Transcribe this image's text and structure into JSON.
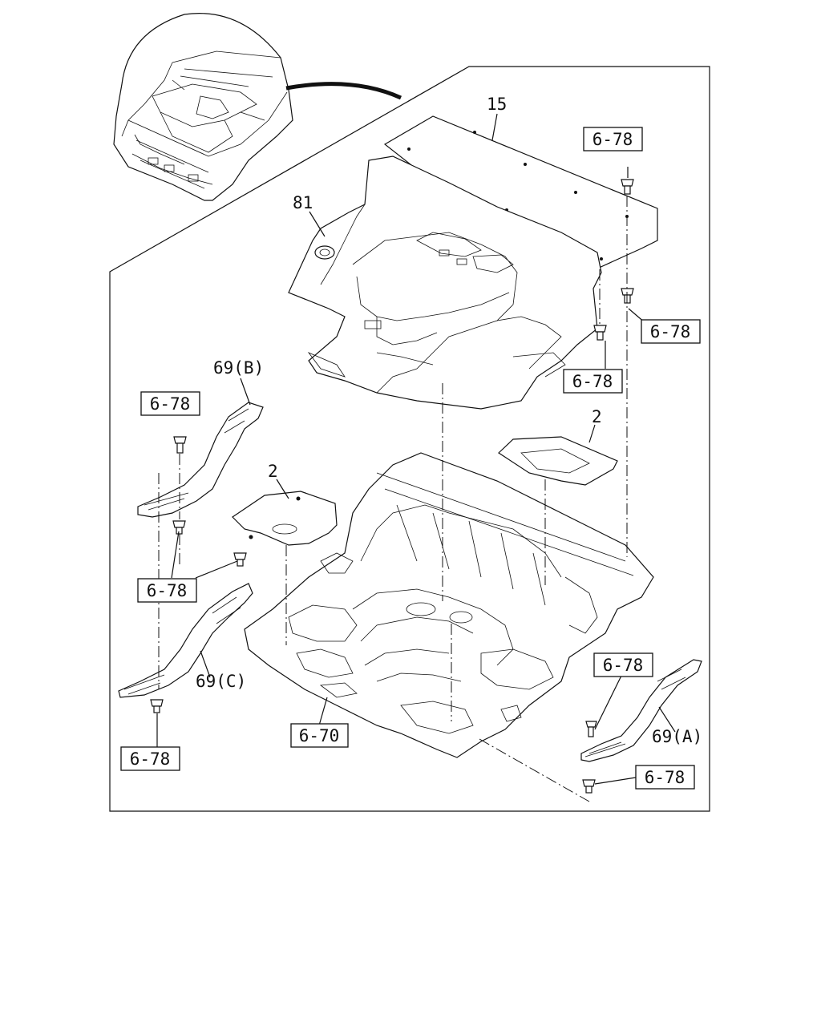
{
  "callouts": {
    "c15": "15",
    "c81": "81",
    "c2_right": "2",
    "c2_left": "2",
    "c69b": "69(B)",
    "c69c": "69(C)",
    "c69a": "69(A)"
  },
  "refs": {
    "r678_top_right": "6-78",
    "r678_right_mid": "6-78",
    "r678_mid": "6-78",
    "r678_left_top": "6-78",
    "r678_left_mid": "6-78",
    "r678_left_bottom": "6-78",
    "r678_right_bottom_a": "6-78",
    "r678_right_bottom_b": "6-78",
    "r670": "6-70"
  }
}
